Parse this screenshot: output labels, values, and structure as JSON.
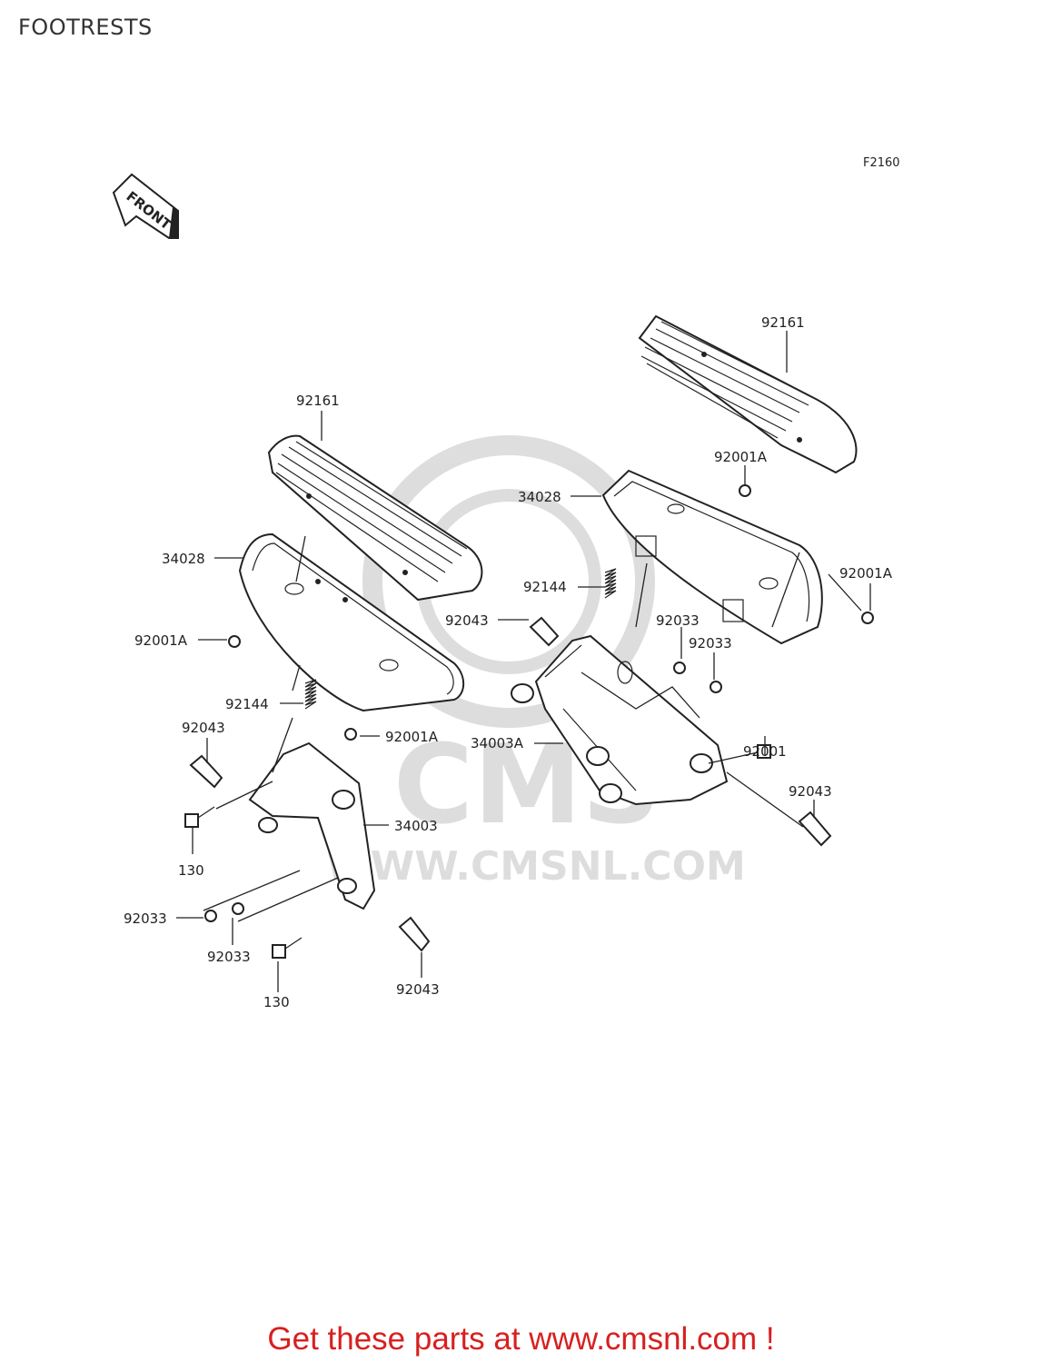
{
  "title": "FOOTRESTS",
  "diagram_code": "F2160",
  "front_label": "FRONT",
  "watermark": {
    "logo_text": "CMS",
    "url_text": "WWW.CMSNL.COM"
  },
  "callouts": [
    {
      "id": "c1",
      "part_no": "92161"
    },
    {
      "id": "c2",
      "part_no": "92161"
    },
    {
      "id": "c3",
      "part_no": "92001A"
    },
    {
      "id": "c4",
      "part_no": "34028"
    },
    {
      "id": "c5",
      "part_no": "34028"
    },
    {
      "id": "c6",
      "part_no": "92001A"
    },
    {
      "id": "c7",
      "part_no": "92144"
    },
    {
      "id": "c8",
      "part_no": "92043"
    },
    {
      "id": "c9",
      "part_no": "92033"
    },
    {
      "id": "c10",
      "part_no": "92001A"
    },
    {
      "id": "c11",
      "part_no": "92033"
    },
    {
      "id": "c12",
      "part_no": "92144"
    },
    {
      "id": "c13",
      "part_no": "92043"
    },
    {
      "id": "c14",
      "part_no": "92001A"
    },
    {
      "id": "c15",
      "part_no": "34003A"
    },
    {
      "id": "c16",
      "part_no": "92001"
    },
    {
      "id": "c17",
      "part_no": "92043"
    },
    {
      "id": "c18",
      "part_no": "34003"
    },
    {
      "id": "c19",
      "part_no": "130"
    },
    {
      "id": "c20",
      "part_no": "92033"
    },
    {
      "id": "c21",
      "part_no": "92033"
    },
    {
      "id": "c22",
      "part_no": "130"
    },
    {
      "id": "c23",
      "part_no": "92043"
    }
  ],
  "promo_text": "Get these parts at www.cmsnl.com !"
}
